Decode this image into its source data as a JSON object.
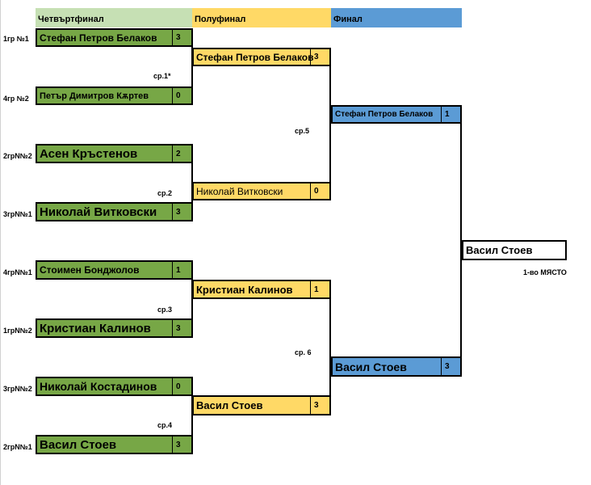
{
  "headers": {
    "quarterfinal": "Четвъртфинал",
    "semifinal": "Полуфинал",
    "final": "Финал"
  },
  "quarterfinals": [
    {
      "group": "1гр №1",
      "name": "Стефан  Петров Белаков",
      "score": "3"
    },
    {
      "group": "4гр №2",
      "name": "Петър Димитров Кѫртев",
      "score": "0"
    },
    {
      "group": "2грN№2",
      "name": "Асен Кръстенов",
      "score": "2"
    },
    {
      "group": "3грN№1",
      "name": "Николай Витковски",
      "score": "3"
    },
    {
      "group": "4грN№1",
      "name": "Стоимен Бонджолов",
      "score": "1"
    },
    {
      "group": "1грN№2",
      "name": "Кристиан Калинов",
      "score": "3"
    },
    {
      "group": "3грN№2",
      "name": "Николай Костадинов",
      "score": "0"
    },
    {
      "group": "2грN№1",
      "name": "Васил Стоев",
      "score": "3"
    }
  ],
  "semifinals": [
    {
      "name": "Стефан  Петров Белаков",
      "score": "3"
    },
    {
      "name": "Николай Витковски",
      "score": "0"
    },
    {
      "name": "Кристиан Калинов",
      "score": "1"
    },
    {
      "name": "Васил Стоев",
      "score": "3"
    }
  ],
  "finals": [
    {
      "name": "Стефан  Петров Белаков",
      "score": "1"
    },
    {
      "name": "Васил Стоев",
      "score": "3"
    }
  ],
  "winner": {
    "name": "Васил Стоев",
    "place": "1-во МЯСТО"
  },
  "matches": [
    "ср.1*",
    "ср.2",
    "ср.3",
    "ср.4",
    "ср.5",
    "ср. 6"
  ],
  "colors": {
    "quarterfinal": "#77a746",
    "semifinal": "#ffd966",
    "final": "#5b9bd5",
    "quarterfinal_header": "#c6e0b4"
  }
}
